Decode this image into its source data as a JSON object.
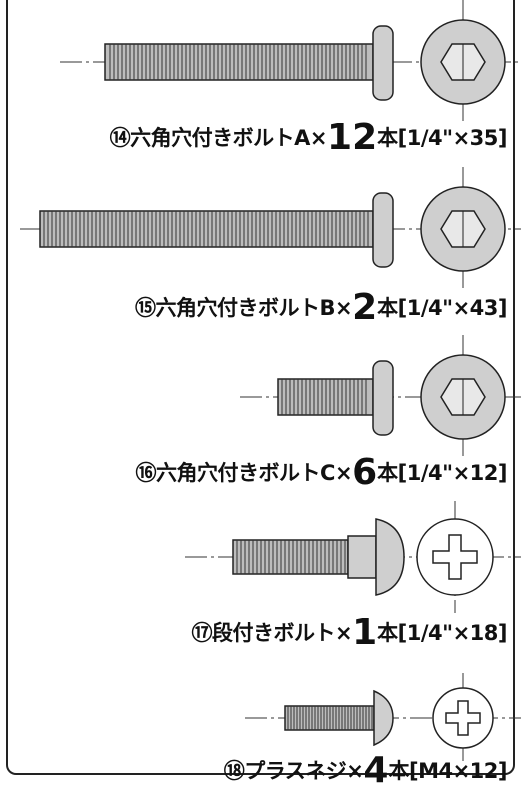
{
  "parts": [
    {
      "num": "⑭",
      "name": "六角穴付きボルトA",
      "times": "×",
      "qty": "12",
      "unit": "本",
      "spec": "[1/4\"×35]"
    },
    {
      "num": "⑮",
      "name": "六角穴付きボルトB",
      "times": "×",
      "qty": "2",
      "unit": "本",
      "spec": "[1/4\"×43]"
    },
    {
      "num": "⑯",
      "name": "六角穴付きボルトC",
      "times": "×",
      "qty": "6",
      "unit": "本",
      "spec": "[1/4\"×12]"
    },
    {
      "num": "⑰",
      "name": "段付きボルト",
      "times": "×",
      "qty": "1",
      "unit": "本",
      "spec": "[1/4\"×18]"
    },
    {
      "num": "⑱",
      "name": "プラスネジ",
      "times": "×",
      "qty": "4",
      "unit": "本",
      "spec": "[M4×12]"
    }
  ],
  "colors": {
    "metal": "#cfcfcf",
    "stroke": "#222222",
    "center_line": "#333333"
  }
}
